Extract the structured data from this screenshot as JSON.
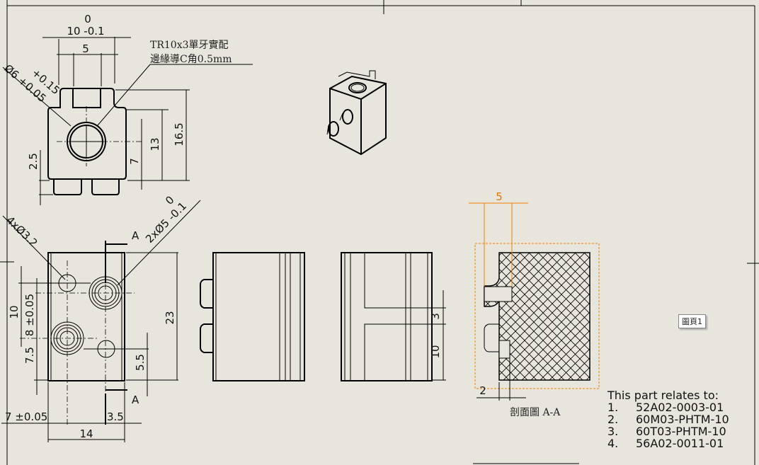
{
  "front_view": {
    "dim_width_tol_upper": "0",
    "dim_width": "10 -0.1",
    "dim_slot": "5",
    "note_line1": "TR10x3單牙實配",
    "note_line2": "邊緣導C角0.5mm",
    "dim_hole_dia": "Ø6 +0.05",
    "dim_hole_tol": "+0.15",
    "dim_16_5": "16.5",
    "dim_13": "13",
    "dim_7": "7",
    "dim_2_5": "2.5"
  },
  "bottom_view": {
    "section_label_top": "A",
    "section_label_bottom": "A",
    "dim_4x": "4xØ3.2",
    "dim_2x": "2xØ5 -0.1",
    "dim_2x_tol": "0",
    "dim_10": "10",
    "dim_8": "8 ±0.05",
    "dim_7_5": "7.5",
    "dim_23": "23",
    "dim_5_5": "5.5",
    "dim_7": "7 ±0.05",
    "dim_3_5": "3.5",
    "dim_14": "14"
  },
  "right_view": {
    "dim_3": "3",
    "dim_10": "10"
  },
  "section_view": {
    "dim_5": "5",
    "dim_2": "2",
    "title": "剖面圖 A-A"
  },
  "sheet_tab": "圖頁1",
  "relates": {
    "heading": "This part relates to:",
    "items": [
      {
        "n": "1.",
        "part": "52A02-0003-01"
      },
      {
        "n": "2.",
        "part": "60M03-PHTM-10"
      },
      {
        "n": "3.",
        "part": "60T03-PHTM-10"
      },
      {
        "n": "4.",
        "part": "56A02-0011-01"
      }
    ]
  },
  "colors": {
    "background": "#e8e6dc",
    "highlight": "#f08000"
  }
}
